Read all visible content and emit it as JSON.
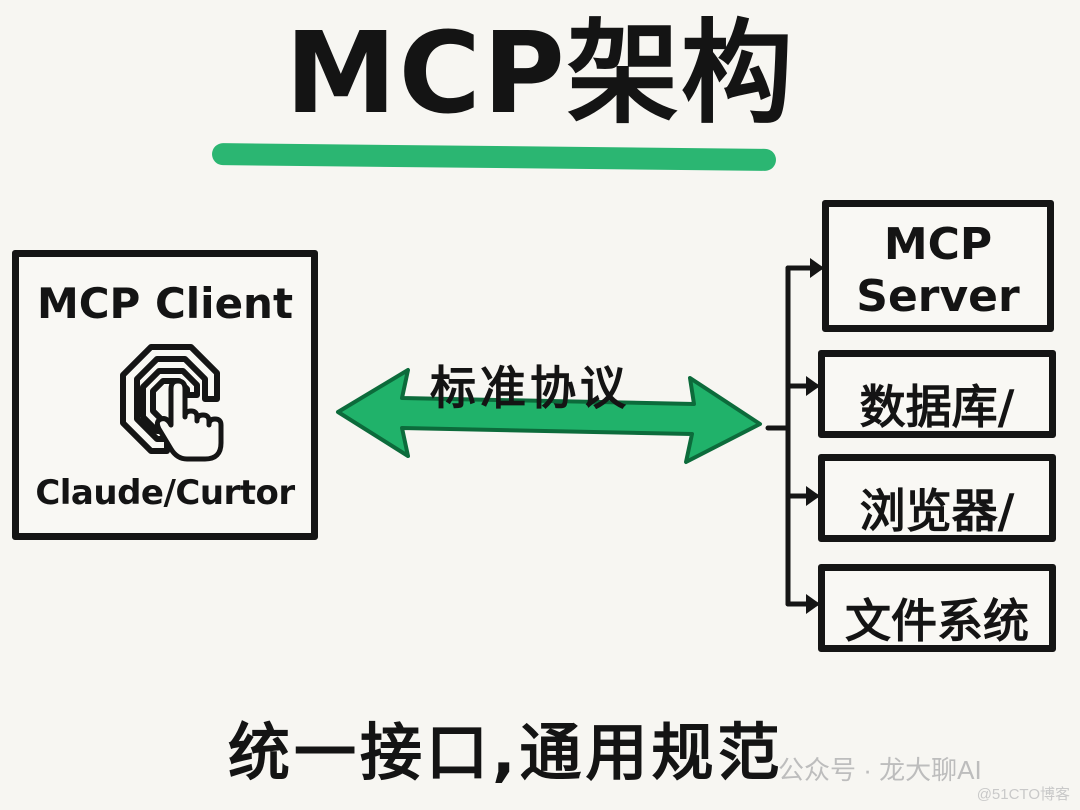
{
  "title": "MCP架构",
  "client": {
    "title": "MCP Client",
    "subtitle": "Claude/Curtor",
    "icon": "pointer-hand-icon"
  },
  "protocol": {
    "label": "标准协议"
  },
  "server": {
    "label_line1": "MCP",
    "label_line2": "Server"
  },
  "resources": [
    {
      "label": "数据库/"
    },
    {
      "label": "浏览器/"
    },
    {
      "label": "文件系统"
    }
  ],
  "tagline": "统一接口,通用规范",
  "watermark": "公众号 · 龙大聊AI",
  "watermark_site": "@51CTO博客",
  "colors": {
    "accent": "#20b26a",
    "ink": "#141414"
  }
}
